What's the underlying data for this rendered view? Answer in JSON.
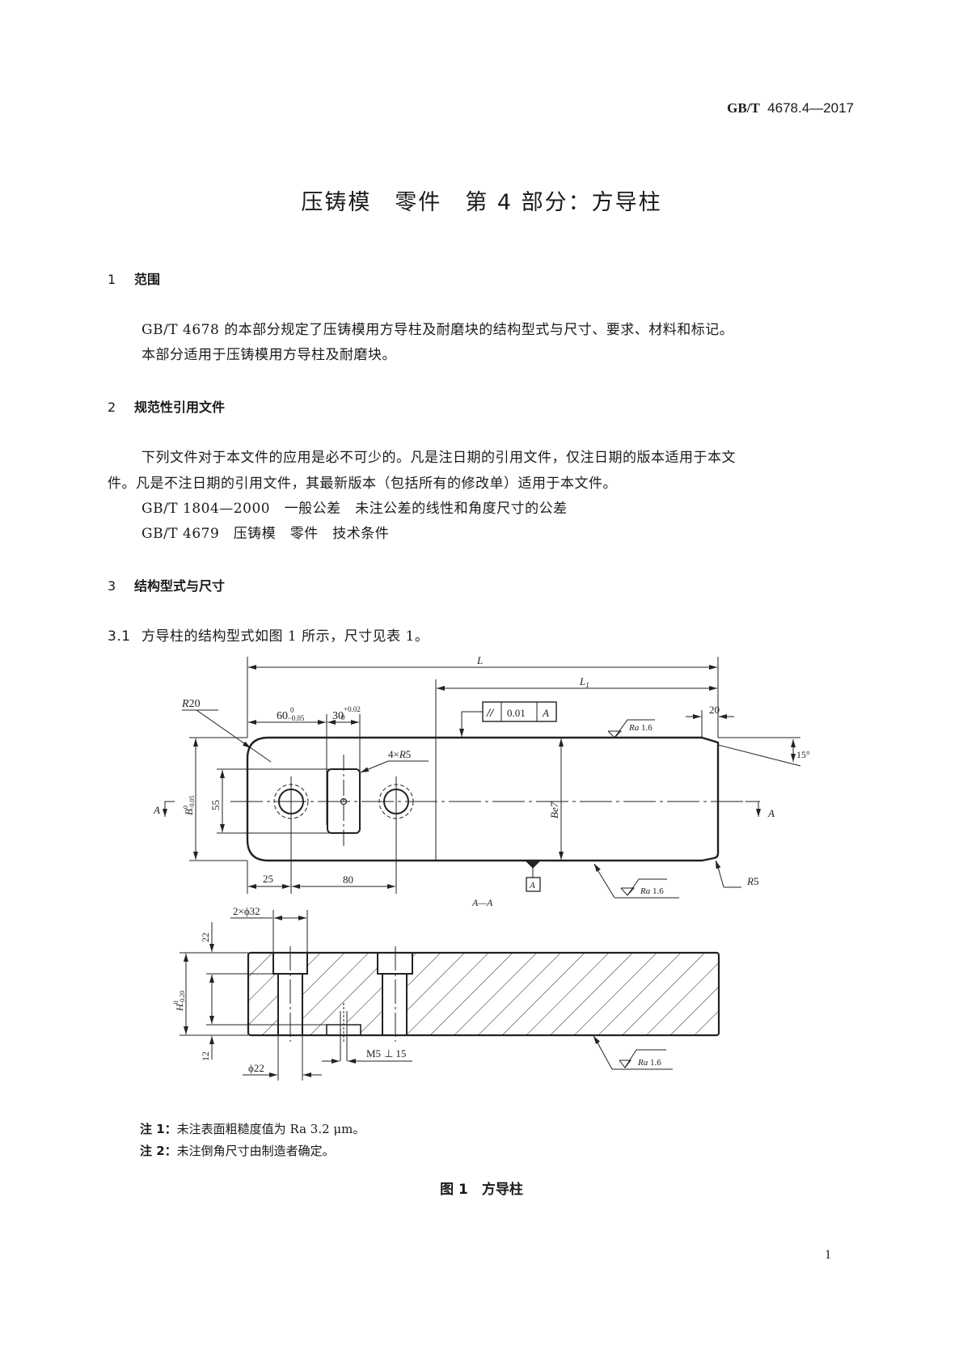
{
  "header": {
    "standard_prefix": "GB/T",
    "standard_number": "4678.4—2017"
  },
  "title": "压铸模　零件　第 4 部分：方导柱",
  "sections": [
    {
      "number": "1",
      "heading": "范围",
      "paragraphs": [
        "GB/T 4678 的本部分规定了压铸模用方导柱及耐磨块的结构型式与尺寸、要求、材料和标记。",
        "本部分适用于压铸模用方导柱及耐磨块。"
      ]
    },
    {
      "number": "2",
      "heading": "规范性引用文件",
      "paragraphs": [
        "下列文件对于本文件的应用是必不可少的。凡是注日期的引用文件，仅注日期的版本适用于本文",
        "件。凡是不注日期的引用文件，其最新版本（包括所有的修改单）适用于本文件。"
      ],
      "references": [
        "GB/T 1804—2000　一般公差　未注公差的线性和角度尺寸的公差",
        "GB/T 4679　压铸模　零件　技术条件"
      ]
    },
    {
      "number": "3",
      "heading": "结构型式与尺寸",
      "subsections": [
        {
          "number": "3.1",
          "text": "方导柱的结构型式如图 1 所示，尺寸见表 1。"
        }
      ]
    }
  ],
  "figure": {
    "labels": {
      "L": "L",
      "L1": "L",
      "L1_sub": "1",
      "R20": "R20",
      "dim60": "60",
      "dim60_tol_upper": "0",
      "dim60_tol_lower": "−0.05",
      "dim30": "30",
      "dim30_tol_upper": "+0.02",
      "dim30_tol_lower": "0",
      "tol_symbol": "//",
      "tol_value": "0.01",
      "tol_datum": "A",
      "ra_top": "Ra 1.6",
      "dim20": "20",
      "angle15": "15°",
      "fourR5": "4×R5",
      "section_mark_left": "A",
      "section_mark_right": "A",
      "B_dim": "B",
      "B_tol_upper": "0",
      "B_tol_lower": "−0.05",
      "dim55": "55",
      "Be7": "Be7",
      "dim25": "25",
      "dim80": "80",
      "datum_A": "A",
      "ra_bottom": "Ra 1.6",
      "R5": "R5",
      "section_title": "A—A",
      "dia32": "2×ϕ32",
      "dim22": "22",
      "H_dim": "H",
      "H_tol_upper": "0",
      "H_tol_lower": "−0.20",
      "dim12": "12",
      "M5": "M5",
      "M5_depth": "15",
      "dia22": "ϕ22",
      "ra_section": "Ra 1.6"
    },
    "notes": [
      {
        "label": "注 1：",
        "text": "未注表面粗糙度值为 Ra 3.2 μm。"
      },
      {
        "label": "注 2：",
        "text": "未注倒角尺寸由制造者确定。"
      }
    ],
    "caption": "图 1　方导柱"
  },
  "page_number": "1"
}
